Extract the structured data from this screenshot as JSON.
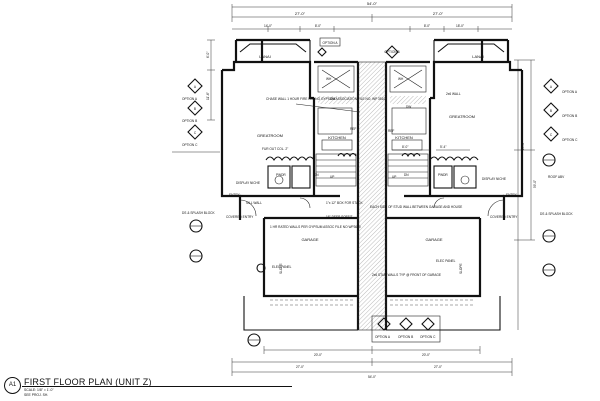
{
  "title_block": {
    "sheet_id": "A1",
    "title": "FIRST FLOOR PLAN (UNIT Z)",
    "scale": "SCALE: 1/8\" = 1'-0\"",
    "area": "SEE PROJ. SH."
  },
  "dimensions": {
    "overall": "54'-0\"",
    "half_left": "27'-0\"",
    "half_right": "27'-0\"",
    "top_left_a": "14'-0\"",
    "top_left_b": "8'-0\"",
    "top_right_a": "8'-0\"",
    "top_right_b": "18'-0\"",
    "bottom_left": "20'-0\"",
    "bottom_right": "20'-0\"",
    "bottom_half_left": "27'-0\"",
    "bottom_half_right": "27'-0\"",
    "bottom_overall": "54'-0\"",
    "right_a": "23'-0\"",
    "right_b": "59'-0\"",
    "left_a": "6'-0\"",
    "left_b": "11'-6\"",
    "mid_a": "8'-0\"",
    "mid_b": "5'-4\""
  },
  "option_labels": {
    "option_a": "OPTION A",
    "option_b": "OPTION B",
    "option_c": "OPTION C"
  },
  "rooms": {
    "lanai": "LANAI",
    "greatroom": "GREATROOM",
    "kitchen": "KITCHEN",
    "garage": "GARAGE",
    "entry": "ENTRY",
    "covered_entry": "COVERED ENTRY",
    "display_niche": "DISPLAY NICHE",
    "pwdr": "PWDR",
    "ref": "REF",
    "dw": "DW",
    "wh": "WH",
    "up": "UP",
    "dn": "DN",
    "slope": "SLOPE"
  },
  "notes": {
    "chase_wall": "CHASE WALL 1 HOUR FIRE RATING GYPSUM ASSOCIATION FILE NO. WP 3510",
    "half_wall": "2x6 WALL",
    "furout": "FUR OUT COL. 2\"",
    "roof_abv": "ROOF ABV",
    "ds_splash": "DS & SPLASH BLOCK",
    "one_hr": "1 HR RATED WALLS PER GYPSUM ASSOC FILE NO WP3610",
    "soffit": "16\" DEEP SOFFIT",
    "stack": "1\"x 12\" BOX FOR STACK",
    "stud": "2x6 STUD WALLS TYP @ FRONT OF GARAGE",
    "garage_sep": "EACH SIDE OF STUD WALL BETWEEN GARAGE AND HOUSE",
    "elec": "ELEC PANEL",
    "sill": "SILL WALL"
  }
}
